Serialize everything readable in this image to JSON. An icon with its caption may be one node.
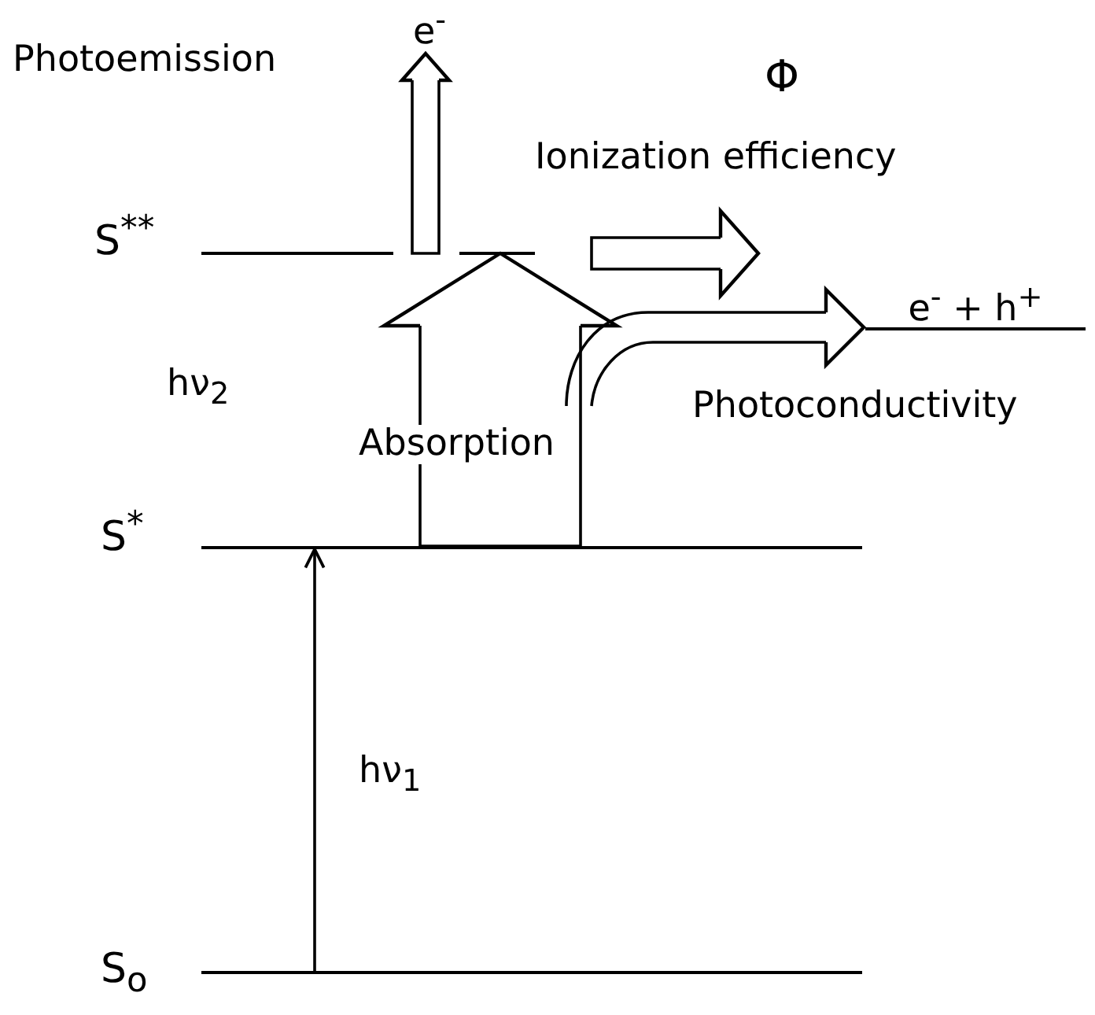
{
  "diagram": {
    "nodes": [
      {
        "text": [],
        "shape": "bar",
        "beside": [
          "S$_{o}$"
        ]
      },
      {
        "text": [],
        "shape": "bar",
        "beside": [
          "S$^{*}$"
        ]
      },
      {
        "text": [],
        "shape": "bar",
        "beside": [
          "S$^{**}$"
        ]
      },
      {
        "text": [
          "e$^{-}$"
        ]
      },
      {
        "text": [
          "e$^{-}$ + h$^{+}$"
        ]
      }
    ],
    "edges": [
      {
        "from": 0,
        "to": 1,
        "arrow": "to",
        "label": "hν$_{1}$"
      },
      {
        "from": 1,
        "to": 2,
        "arrow": "to",
        "label": "Absorption"
      },
      {
        "from": 2,
        "to": 3,
        "arrow": "to"
      },
      {
        "from": 2,
        "to": null,
        "arrow": "to"
      },
      {
        "from": null,
        "to": 4,
        "arrow": "to"
      }
    ],
    "labels": [
      "Photoemission",
      "Φ",
      "Ionization efficiency",
      "hν$_{2}$",
      "Photoconductivity"
    ]
  }
}
